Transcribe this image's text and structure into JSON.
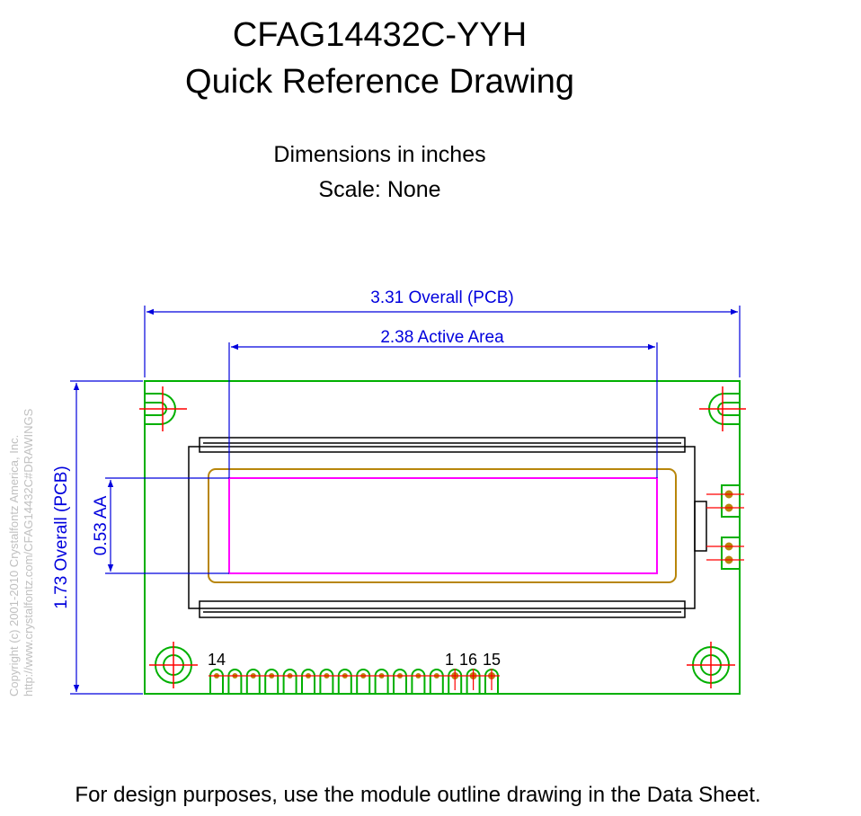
{
  "title": {
    "line1": "CFAG14432C-YYH",
    "line2": "Quick Reference Drawing"
  },
  "subtitle": {
    "units": "Dimensions in inches",
    "scale": "Scale: None"
  },
  "dimensions": {
    "overall_width": "3.31 Overall (PCB)",
    "active_width": "2.38 Active Area",
    "overall_height": "1.73 Overall (PCB)",
    "active_height": "0.53 AA"
  },
  "pins": {
    "label_14": "14",
    "label_1": "1",
    "label_16": "16",
    "label_15": "15"
  },
  "copyright": {
    "line1": "Copyright (c) 2001-2010 Crystalfontz America, Inc.",
    "line2": "http://www.crystalfontz.com/CFAG14432C#DRAWINGS"
  },
  "footer": "For design purposes, use the module outline drawing in the Data Sheet.",
  "colors": {
    "pcb": "#00b000",
    "dimension": "#0000dd",
    "active_area": "#ff00ff",
    "viewing_area": "#b8860b",
    "center_marks": "#ff0000",
    "outline": "#000000"
  }
}
